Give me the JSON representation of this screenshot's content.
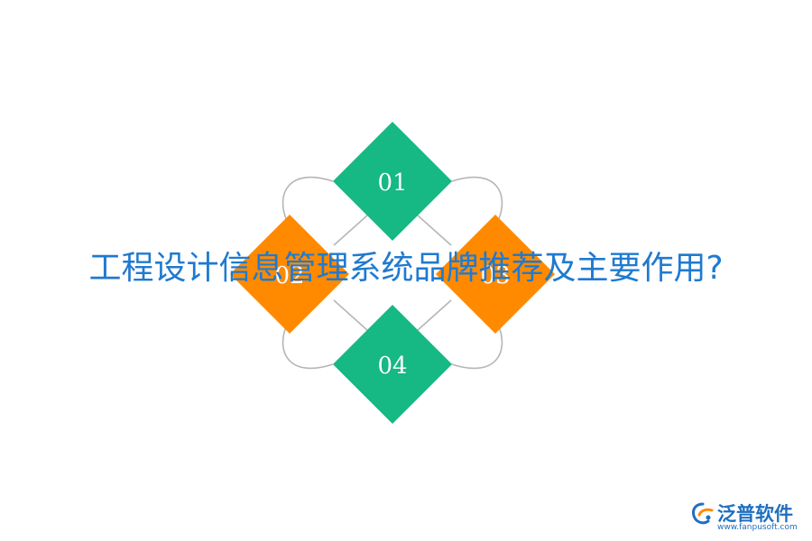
{
  "title": "工程设计信息管理系统品牌推荐及主要作用?",
  "diamonds": [
    {
      "label": "01",
      "color": "#16b884"
    },
    {
      "label": "02",
      "color": "#ff8a00"
    },
    {
      "label": "03",
      "color": "#ff8a00"
    },
    {
      "label": "04",
      "color": "#16b884"
    }
  ],
  "colors": {
    "title": "#1f7ad0",
    "green": "#16b884",
    "orange": "#ff8a00",
    "ring": "#b5b5b5"
  },
  "logo": {
    "brand": "泛普软件",
    "url": "www.fanpusoft.com"
  }
}
